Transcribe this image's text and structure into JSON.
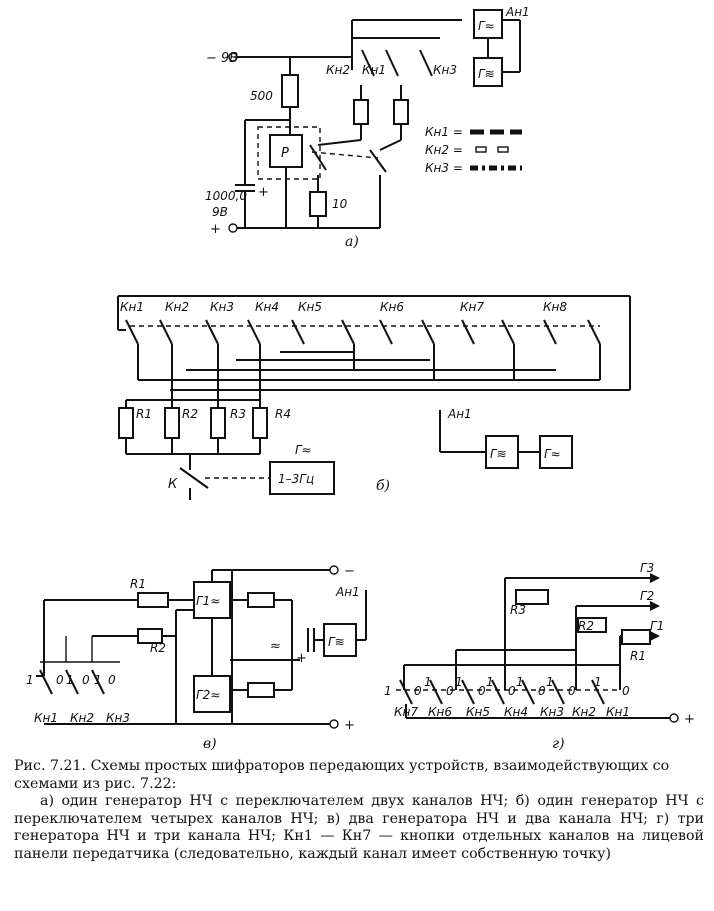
{
  "diagram_a": {
    "minus_terminal": "− 9В",
    "r500": "500",
    "relay": "Р",
    "cap": "1000,0",
    "cap_volt": "9В",
    "plus_terminal": "+",
    "r10": "10",
    "gen": "Г≈",
    "mod": "Г≋",
    "antenna": "Ан1",
    "kn1": "Кн1",
    "kn2": "Кн2",
    "kn3": "Кн3",
    "legend": [
      "Кн1 =",
      "Кн2 =",
      "Кн3 ="
    ],
    "sublabel": "а)"
  },
  "diagram_b": {
    "buttons": [
      "Кн1",
      "Кн2",
      "Кн3",
      "Кн4",
      "Кн5",
      "Кн6",
      "Кн7",
      "Кн8"
    ],
    "resistors": [
      "R1",
      "R2",
      "R3",
      "R4"
    ],
    "antenna": "Ан1",
    "mod": "Г≋",
    "gen": "Г≈",
    "gen_top": "Г≈",
    "key": "К",
    "freq_box": "1–3Гц",
    "sublabel": "б)"
  },
  "diagram_v": {
    "r1": "R1",
    "r2": "R2",
    "g1": "Г1≈",
    "g2": "Г2≈",
    "mod": "Г≋",
    "antenna": "Ан1",
    "minus": "−",
    "plus": "+",
    "tilde": "≈",
    "plus_small": "+",
    "buttons": [
      "Кн1",
      "Кн2",
      "Кн3"
    ],
    "contacts": [
      "1",
      "0",
      "1",
      "0",
      "1",
      "0"
    ],
    "sublabel": "в)"
  },
  "diagram_g": {
    "g3": "Г3",
    "g2": "Г2",
    "g1": "Г1",
    "r1": "R1",
    "r2": "R2",
    "r3": "R3",
    "plus": "+",
    "buttons": [
      "Кн7",
      "Кн6",
      "Кн5",
      "Кн4",
      "Кн3",
      "Кн2",
      "Кн1"
    ],
    "contacts": [
      "1",
      "0",
      "1",
      "0",
      "1",
      "0",
      "1",
      "0",
      "1",
      "0",
      "1",
      "0",
      "1",
      "0"
    ],
    "sublabel": "г)"
  },
  "caption": {
    "title": "Рис. 7.21. Схемы простых шифраторов передающих устройств, взаимодействующих со схемами из рис. 7.22:",
    "body": "а) один генератор НЧ с переключателем двух каналов НЧ; б) один генератор НЧ с переключателем четырех каналов НЧ; в) два генератора НЧ и два канала НЧ; г) три генератора НЧ и три канала НЧ; Кн1 — Кн7 — кнопки отдельных каналов на лицевой панели передатчика (следовательно, каждый канал имеет собственную точку)"
  }
}
